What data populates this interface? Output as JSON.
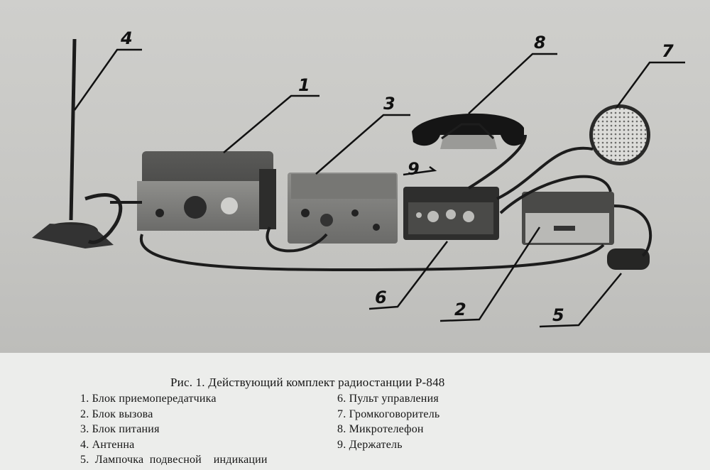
{
  "figure": {
    "caption": "Рис. 1. Действующий комплект радиостанции Р-848",
    "legend_left": [
      "1. Блок приемопередатчика",
      "2. Блок вызова",
      "3. Блок питания",
      "4. Антенна",
      "5.  Лампочка  подвесной    индикации"
    ],
    "legend_right": [
      "6. Пульт управления",
      "7. Громкоговоритель",
      "8. Микротелефон",
      "9. Держатель"
    ],
    "callouts": [
      "1",
      "2",
      "3",
      "4",
      "5",
      "6",
      "7",
      "8",
      "9"
    ]
  }
}
